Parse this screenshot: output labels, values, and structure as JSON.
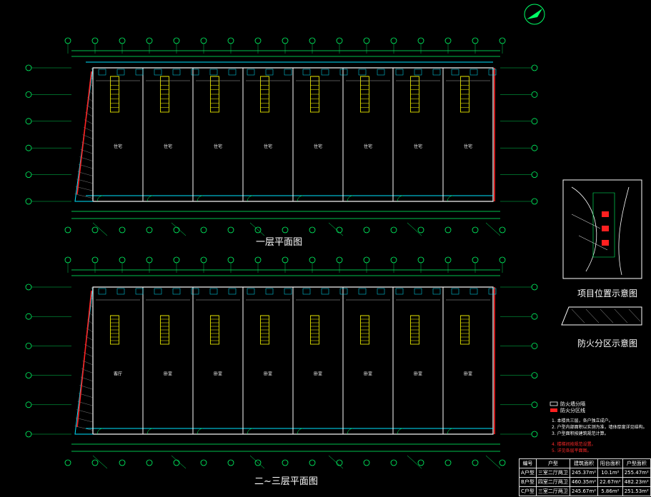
{
  "drawing": {
    "plan_ground_title": "一层平面图",
    "plan_upper_title": "二~三层平面图",
    "site_panel_title": "项目位置示意图",
    "fire_panel_title": "防火分区示意图",
    "ground_labels": [
      "住宅",
      "住宅",
      "住宅",
      "住宅",
      "住宅",
      "住宅",
      "住宅",
      "住宅"
    ],
    "upper_labels": [
      "客厅",
      "卧室",
      "卧室",
      "卧室",
      "卧室",
      "卧室",
      "卧室",
      "卧室"
    ]
  },
  "legend": {
    "items": [
      "防火墙分隔",
      "防火分区线"
    ]
  },
  "notes": {
    "lines": [
      "1. 本楼共三层，各户独立成户。",
      "2. 户型内部面积以实测为准，墙体厚度详见结构。",
      "3. 户型面积按建筑规范计算。",
      "4. 楼梯间按规范设置。",
      "5. 详见各层平面图。"
    ]
  },
  "area_table": {
    "headers": [
      "编号",
      "户型",
      "建筑面积",
      "阳台面积",
      "户型面积"
    ],
    "rows": [
      [
        "A户型",
        "三室二厅两卫",
        "245.37m²",
        "10.1m²",
        "255.47m²"
      ],
      [
        "B户型",
        "四室二厅两卫",
        "460.35m²",
        "22.67m²",
        "482.23m²"
      ],
      [
        "C户型",
        "三室二厅两卫",
        "245.67m²",
        "5.86m²",
        "251.53m²"
      ]
    ]
  },
  "colors": {
    "wall": "#ffffff",
    "dim": "#00ff66",
    "axis": "#00ff66",
    "stair": "#ffff00",
    "fire": "#ff2020",
    "cyan": "#00e5ff"
  }
}
